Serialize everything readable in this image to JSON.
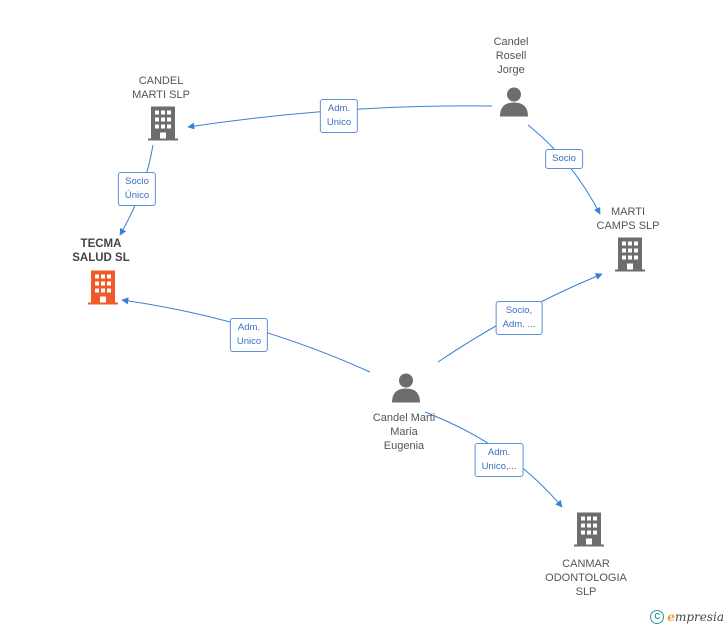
{
  "colors": {
    "edge": "#3b7fd4",
    "company": "#6d6d6d",
    "main_company": "#f05a28",
    "person": "#6d6d6d"
  },
  "nodes": {
    "candel_marti_slp": {
      "label_lines": [
        "CANDEL",
        "MARTI SLP"
      ],
      "icon": "building-icon"
    },
    "candel_rosell_jorge": {
      "label_lines": [
        "Candel",
        "Rosell",
        "Jorge"
      ],
      "icon": "person-icon"
    },
    "tecma_salud_sl": {
      "label_lines": [
        "TECMA",
        "SALUD SL"
      ],
      "icon": "building-icon"
    },
    "marti_camps_slp": {
      "label_lines": [
        "MARTI",
        "CAMPS SLP"
      ],
      "icon": "building-icon"
    },
    "candel_marti_maria_eugenia": {
      "label_lines": [
        "Candel Marti",
        "Maria",
        "Eugenia"
      ],
      "icon": "person-icon"
    },
    "canmar_odontologia_slp": {
      "label_lines": [
        "CANMAR",
        "ODONTOLOGIA",
        "SLP"
      ],
      "icon": "building-icon"
    }
  },
  "edges": {
    "jorge_to_candel_marti": {
      "label_lines": [
        "Adm.",
        "Unico"
      ]
    },
    "candel_marti_to_tecma": {
      "label_lines": [
        "Socio",
        "Único"
      ]
    },
    "jorge_to_marti_camps": {
      "label_lines": [
        "Socio"
      ]
    },
    "eugenia_to_tecma": {
      "label_lines": [
        "Adm.",
        "Unico"
      ]
    },
    "eugenia_to_marti_camps": {
      "label_lines": [
        "Socio,",
        "Adm. ..."
      ]
    },
    "eugenia_to_canmar": {
      "label_lines": [
        "Adm.",
        "Unico,..."
      ]
    }
  },
  "footer": {
    "copyright_symbol": "C",
    "brand_initial": "e",
    "brand_rest": "mpresia"
  }
}
